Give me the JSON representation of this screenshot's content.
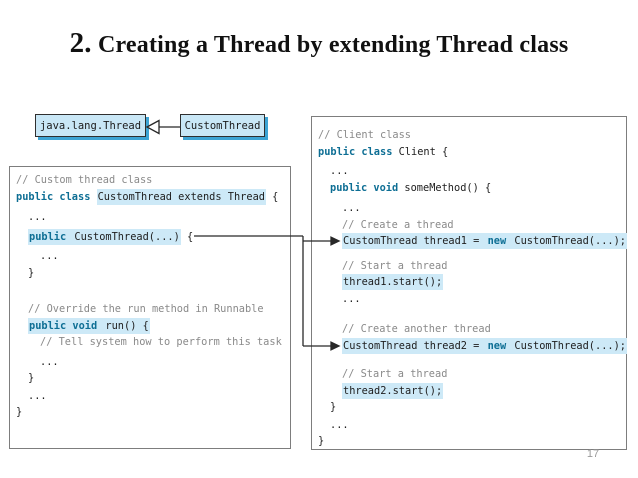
{
  "slide": {
    "title_number": "2.",
    "title_text": " Creating a Thread by extending Thread class",
    "page_number": "17"
  },
  "diagram": {
    "parent_box_label": "java.lang.Thread",
    "child_box_label": "CustomThread",
    "relationship": "inheritance-arrow"
  },
  "colors": {
    "keyword": "#0d6e94",
    "comment": "#8a8a8a",
    "code": "#1e1e1e",
    "highlight": "#cde9f7",
    "box_fill": "#c9e7f6",
    "box_shadow": "#3da4d4",
    "connector": "#282828"
  },
  "left_code": {
    "lines": [
      {
        "indent": 0,
        "gap": 0,
        "parts": [
          {
            "s": "cm",
            "t": "// Custom thread class"
          }
        ]
      },
      {
        "indent": 0,
        "gap": 0,
        "parts": [
          {
            "s": "kw",
            "t": "public class "
          },
          {
            "s": "pl",
            "h": 1,
            "t": "CustomThread extends Thread"
          },
          {
            "s": "pl",
            "t": " {"
          }
        ]
      },
      {
        "indent": 1,
        "gap": 4,
        "parts": [
          {
            "s": "pl",
            "t": "..."
          }
        ]
      },
      {
        "indent": 1,
        "gap": 3,
        "parts": [
          {
            "s": "kw",
            "h": 1,
            "t": "public "
          },
          {
            "s": "pl",
            "h": 1,
            "t": "CustomThread(...)"
          },
          {
            "s": "pl",
            "t": " {"
          }
        ]
      },
      {
        "indent": 2,
        "gap": 3,
        "parts": [
          {
            "s": "pl",
            "t": "..."
          }
        ]
      },
      {
        "indent": 1,
        "gap": 0,
        "parts": [
          {
            "s": "pl",
            "t": "}"
          }
        ]
      },
      {
        "indent": 1,
        "gap": 20,
        "parts": [
          {
            "s": "cm",
            "t": "// Override the run method in Runnable"
          }
        ]
      },
      {
        "indent": 1,
        "gap": 0,
        "parts": [
          {
            "s": "kw",
            "h": 1,
            "t": "public void "
          },
          {
            "s": "pl",
            "h": 1,
            "t": "run() {"
          }
        ]
      },
      {
        "indent": 2,
        "gap": 0,
        "parts": [
          {
            "s": "cm",
            "t": "// Tell system how to perform this task"
          }
        ]
      },
      {
        "indent": 2,
        "gap": 3,
        "parts": [
          {
            "s": "pl",
            "t": "..."
          }
        ]
      },
      {
        "indent": 1,
        "gap": 0,
        "parts": [
          {
            "s": "pl",
            "t": "}"
          }
        ]
      },
      {
        "indent": 1,
        "gap": 1,
        "parts": [
          {
            "s": "pl",
            "t": "..."
          }
        ]
      },
      {
        "indent": 0,
        "gap": 0,
        "parts": [
          {
            "s": "pl",
            "t": "}"
          }
        ]
      }
    ]
  },
  "right_code": {
    "lines": [
      {
        "indent": 0,
        "gap": 0,
        "parts": [
          {
            "s": "cm",
            "t": "// Client class"
          }
        ]
      },
      {
        "indent": 0,
        "gap": 0,
        "parts": [
          {
            "s": "kw",
            "t": "public class "
          },
          {
            "s": "pl",
            "t": "Client {"
          }
        ]
      },
      {
        "indent": 1,
        "gap": 3,
        "parts": [
          {
            "s": "pl",
            "t": "..."
          }
        ]
      },
      {
        "indent": 1,
        "gap": 0,
        "parts": [
          {
            "s": "kw",
            "t": "public void "
          },
          {
            "s": "pl",
            "t": "someMethod() {"
          }
        ]
      },
      {
        "indent": 2,
        "gap": 4,
        "parts": [
          {
            "s": "pl",
            "t": "..."
          }
        ]
      },
      {
        "indent": 2,
        "gap": 0,
        "parts": [
          {
            "s": "cm",
            "t": "// Create a thread"
          }
        ]
      },
      {
        "indent": 2,
        "gap": 0,
        "parts": [
          {
            "s": "pl",
            "h": 1,
            "t": "CustomThread thread1 = "
          },
          {
            "s": "kw",
            "h": 1,
            "t": "new"
          },
          {
            "s": "pl",
            "h": 1,
            "t": " CustomThread(...);"
          }
        ]
      },
      {
        "indent": 2,
        "gap": 8,
        "parts": [
          {
            "s": "cm",
            "t": "// Start a thread"
          }
        ]
      },
      {
        "indent": 2,
        "gap": 0,
        "parts": [
          {
            "s": "pl",
            "h": 1,
            "t": "thread1.start();"
          }
        ]
      },
      {
        "indent": 2,
        "gap": 0,
        "parts": [
          {
            "s": "pl",
            "t": "..."
          }
        ]
      },
      {
        "indent": 2,
        "gap": 14,
        "parts": [
          {
            "s": "cm",
            "t": "// Create another thread"
          }
        ]
      },
      {
        "indent": 2,
        "gap": 0,
        "parts": [
          {
            "s": "pl",
            "h": 1,
            "t": "CustomThread thread2 = "
          },
          {
            "s": "kw",
            "h": 1,
            "t": "new"
          },
          {
            "s": "pl",
            "h": 1,
            "t": " CustomThread(...);"
          }
        ]
      },
      {
        "indent": 2,
        "gap": 12,
        "parts": [
          {
            "s": "cm",
            "t": "// Start a thread"
          }
        ]
      },
      {
        "indent": 2,
        "gap": 0,
        "parts": [
          {
            "s": "pl",
            "h": 1,
            "t": "thread2.start();"
          }
        ]
      },
      {
        "indent": 1,
        "gap": 0,
        "parts": [
          {
            "s": "pl",
            "t": "}"
          }
        ]
      },
      {
        "indent": 1,
        "gap": 1,
        "parts": [
          {
            "s": "pl",
            "t": "..."
          }
        ]
      },
      {
        "indent": 0,
        "gap": 0,
        "parts": [
          {
            "s": "pl",
            "t": "}"
          }
        ]
      }
    ]
  }
}
